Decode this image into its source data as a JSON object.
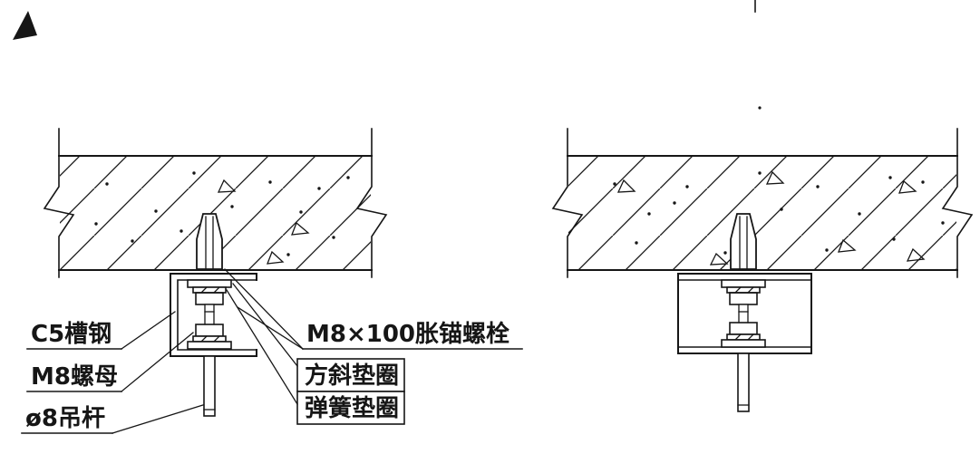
{
  "drawing": {
    "labels": {
      "channel_steel": "C5槽钢",
      "m8_nut": "M8螺母",
      "hanger_rod": "ø8吊杆",
      "anchor_bolt": "M8×100胀锚螺栓",
      "taper_washer": "方斜垫圈",
      "spring_washer": "弹簧垫圈"
    },
    "colors": {
      "ink": "#161616",
      "paper": "#ffffff"
    }
  }
}
